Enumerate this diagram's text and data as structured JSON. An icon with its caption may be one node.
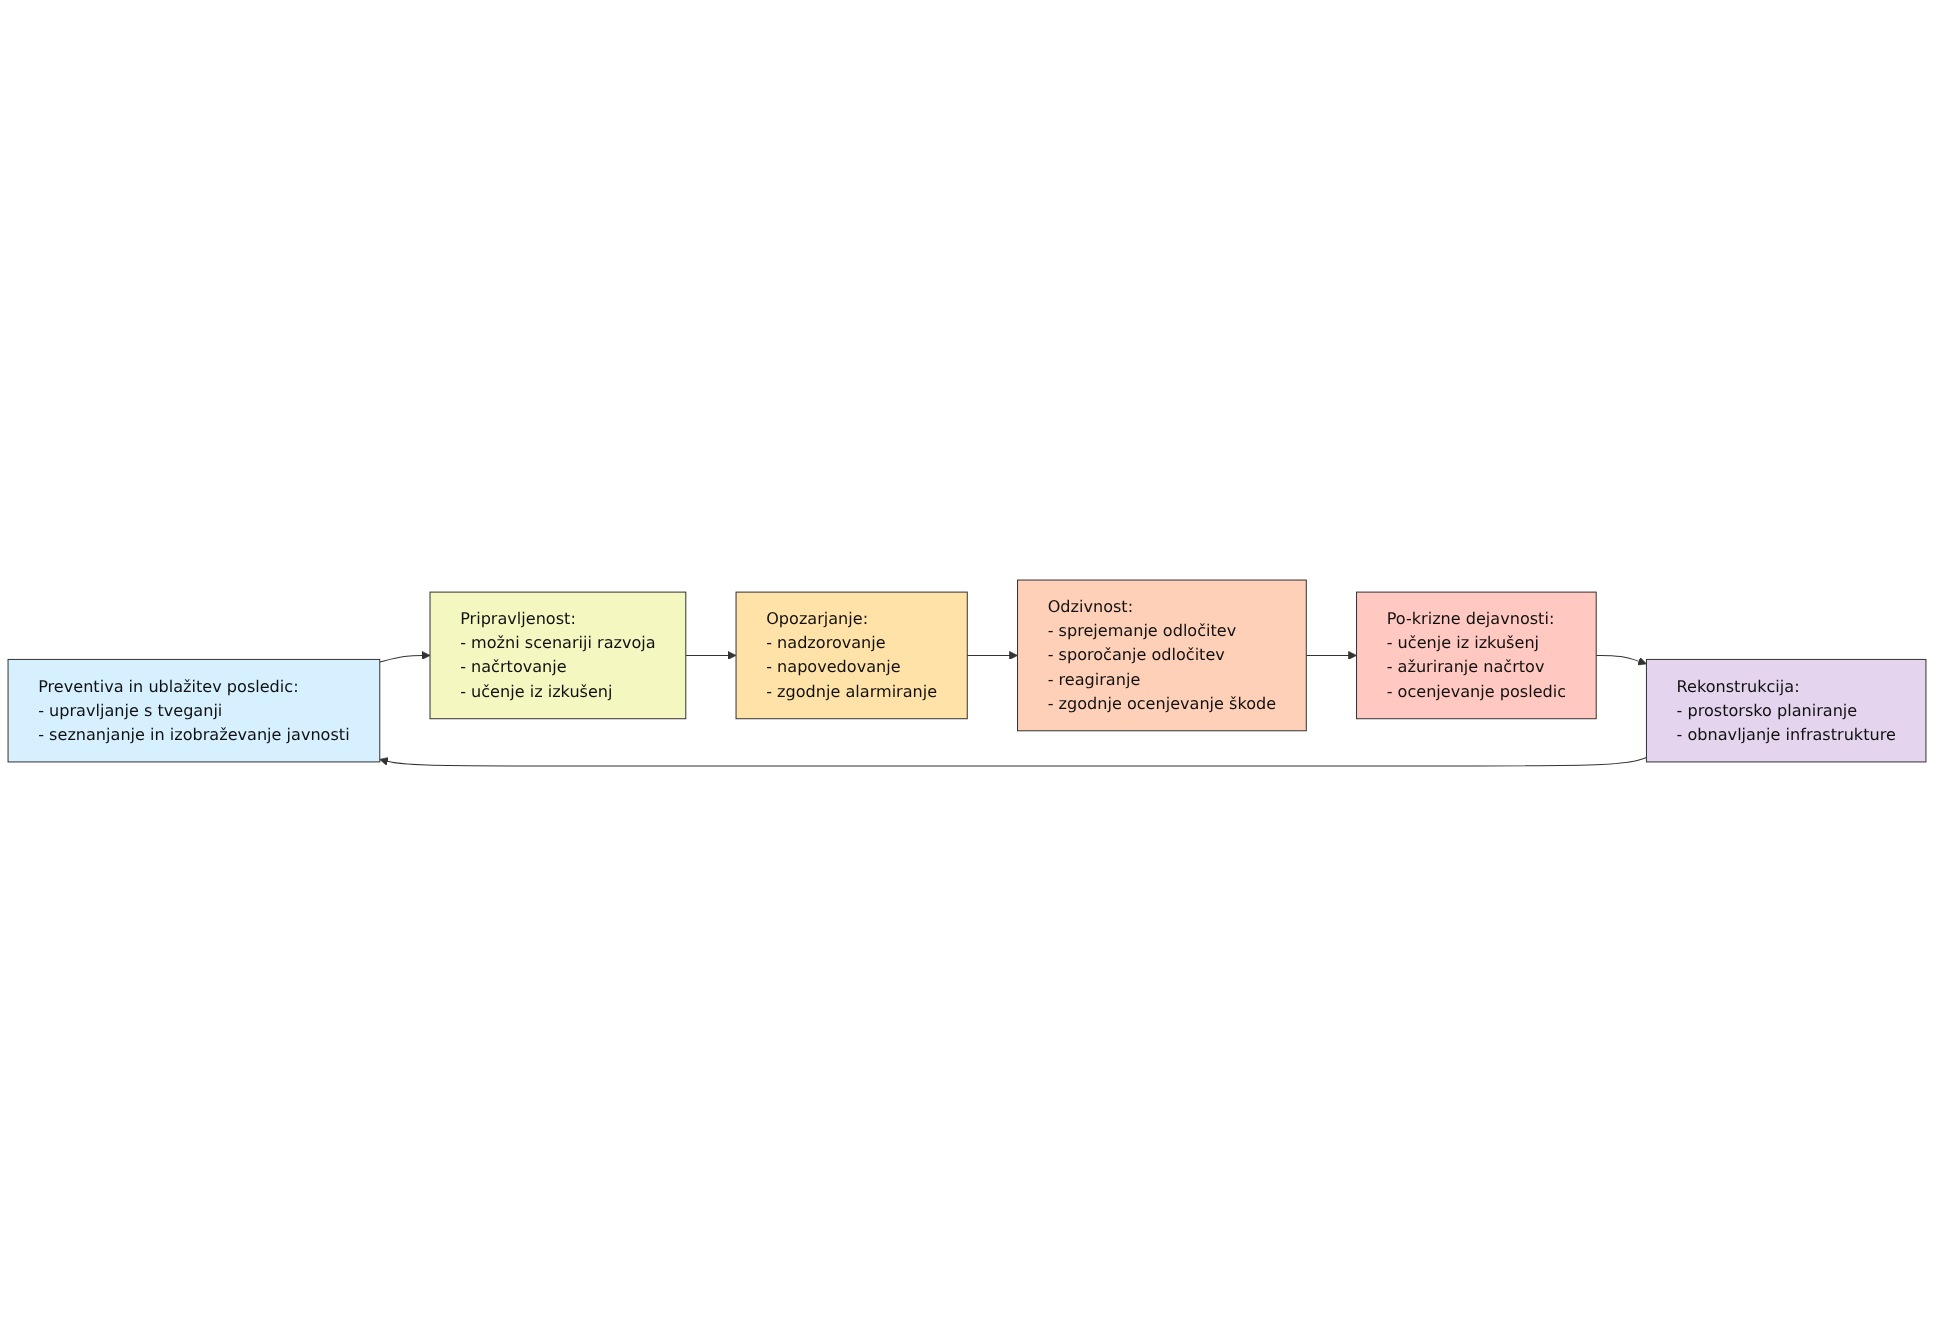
{
  "diagram": {
    "nodes": [
      {
        "text": [
          "Preventiva in ublažitev posledic:",
          "- upravljanje s tveganji",
          "- seznanjanje in izobraževanje javnosti"
        ]
      },
      {
        "text": [
          "Pripravljenost:",
          "- možni scenariji razvoja",
          "- načrtovanje",
          "- učenje iz izkušenj"
        ]
      },
      {
        "text": [
          "Opozarjanje:",
          "- nadzorovanje",
          "- napovedovanje",
          "- zgodnje alarmiranje"
        ]
      },
      {
        "text": [
          "Odzivnost:",
          "- sprejemanje odločitev",
          "- sporočanje odločitev",
          "- reagiranje",
          "- zgodnje ocenjevanje škode"
        ]
      },
      {
        "text": [
          "Po-krizne dejavnosti:",
          "- učenje iz izkušenj",
          "- ažuriranje načrtov",
          "- ocenjevanje posledic"
        ]
      },
      {
        "text": [
          "Rekonstrukcija:",
          "- prostorsko planiranje",
          "- obnavljanje infrastrukture"
        ]
      }
    ],
    "edges": [
      {
        "from": 0,
        "to": 1,
        "arrow": "to"
      },
      {
        "from": 1,
        "to": 2,
        "arrow": "to"
      },
      {
        "from": 2,
        "to": 3,
        "arrow": "to"
      },
      {
        "from": 3,
        "to": 4,
        "arrow": "to"
      },
      {
        "from": 4,
        "to": 5,
        "arrow": "to"
      },
      {
        "from": 5,
        "to": 0,
        "arrow": "to"
      }
    ]
  }
}
